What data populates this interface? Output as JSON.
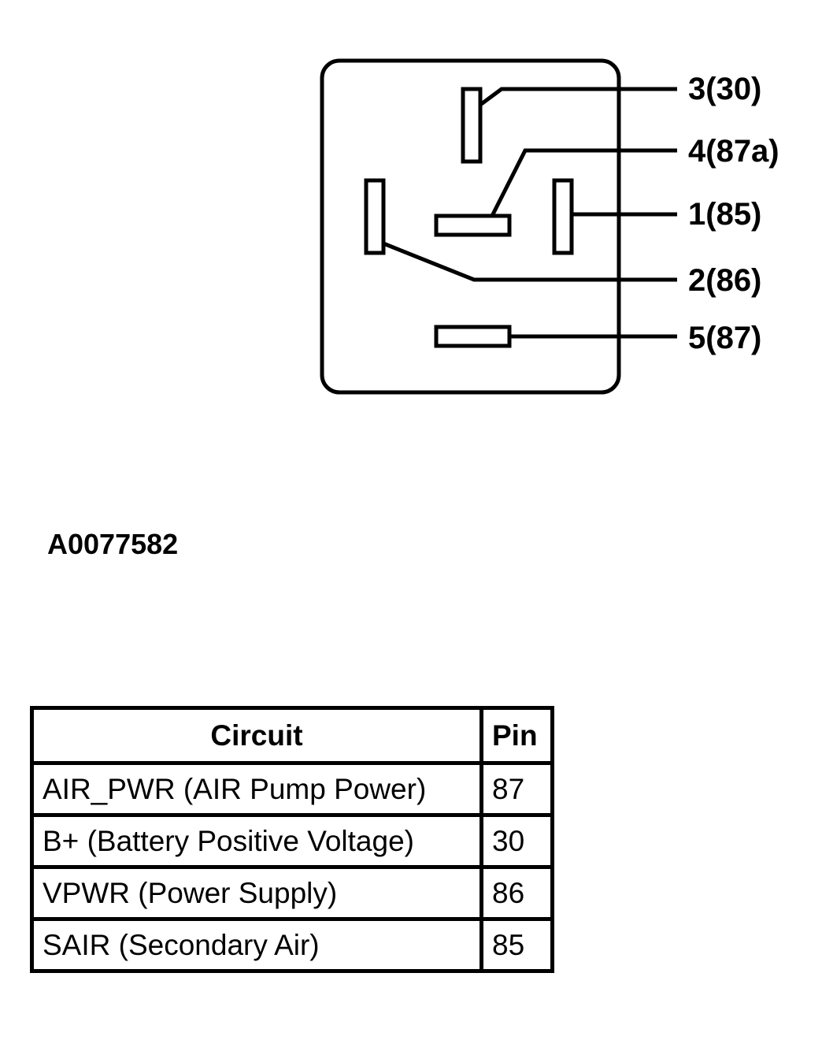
{
  "diagram": {
    "pins": [
      {
        "id": "pin-3",
        "label": "3(30)"
      },
      {
        "id": "pin-4",
        "label": "4(87a)"
      },
      {
        "id": "pin-1",
        "label": "1(85)"
      },
      {
        "id": "pin-2",
        "label": "2(86)"
      },
      {
        "id": "pin-5",
        "label": "5(87)"
      }
    ]
  },
  "figure_id": "A0077582",
  "table": {
    "headers": [
      "Circuit",
      "Pin"
    ],
    "rows": [
      {
        "circuit": "AIR_PWR (AIR Pump Power)",
        "pin": "87"
      },
      {
        "circuit": "B+ (Battery Positive Voltage)",
        "pin": "30"
      },
      {
        "circuit": "VPWR (Power Supply)",
        "pin": "86"
      },
      {
        "circuit": "SAIR (Secondary Air)",
        "pin": "85"
      }
    ]
  }
}
